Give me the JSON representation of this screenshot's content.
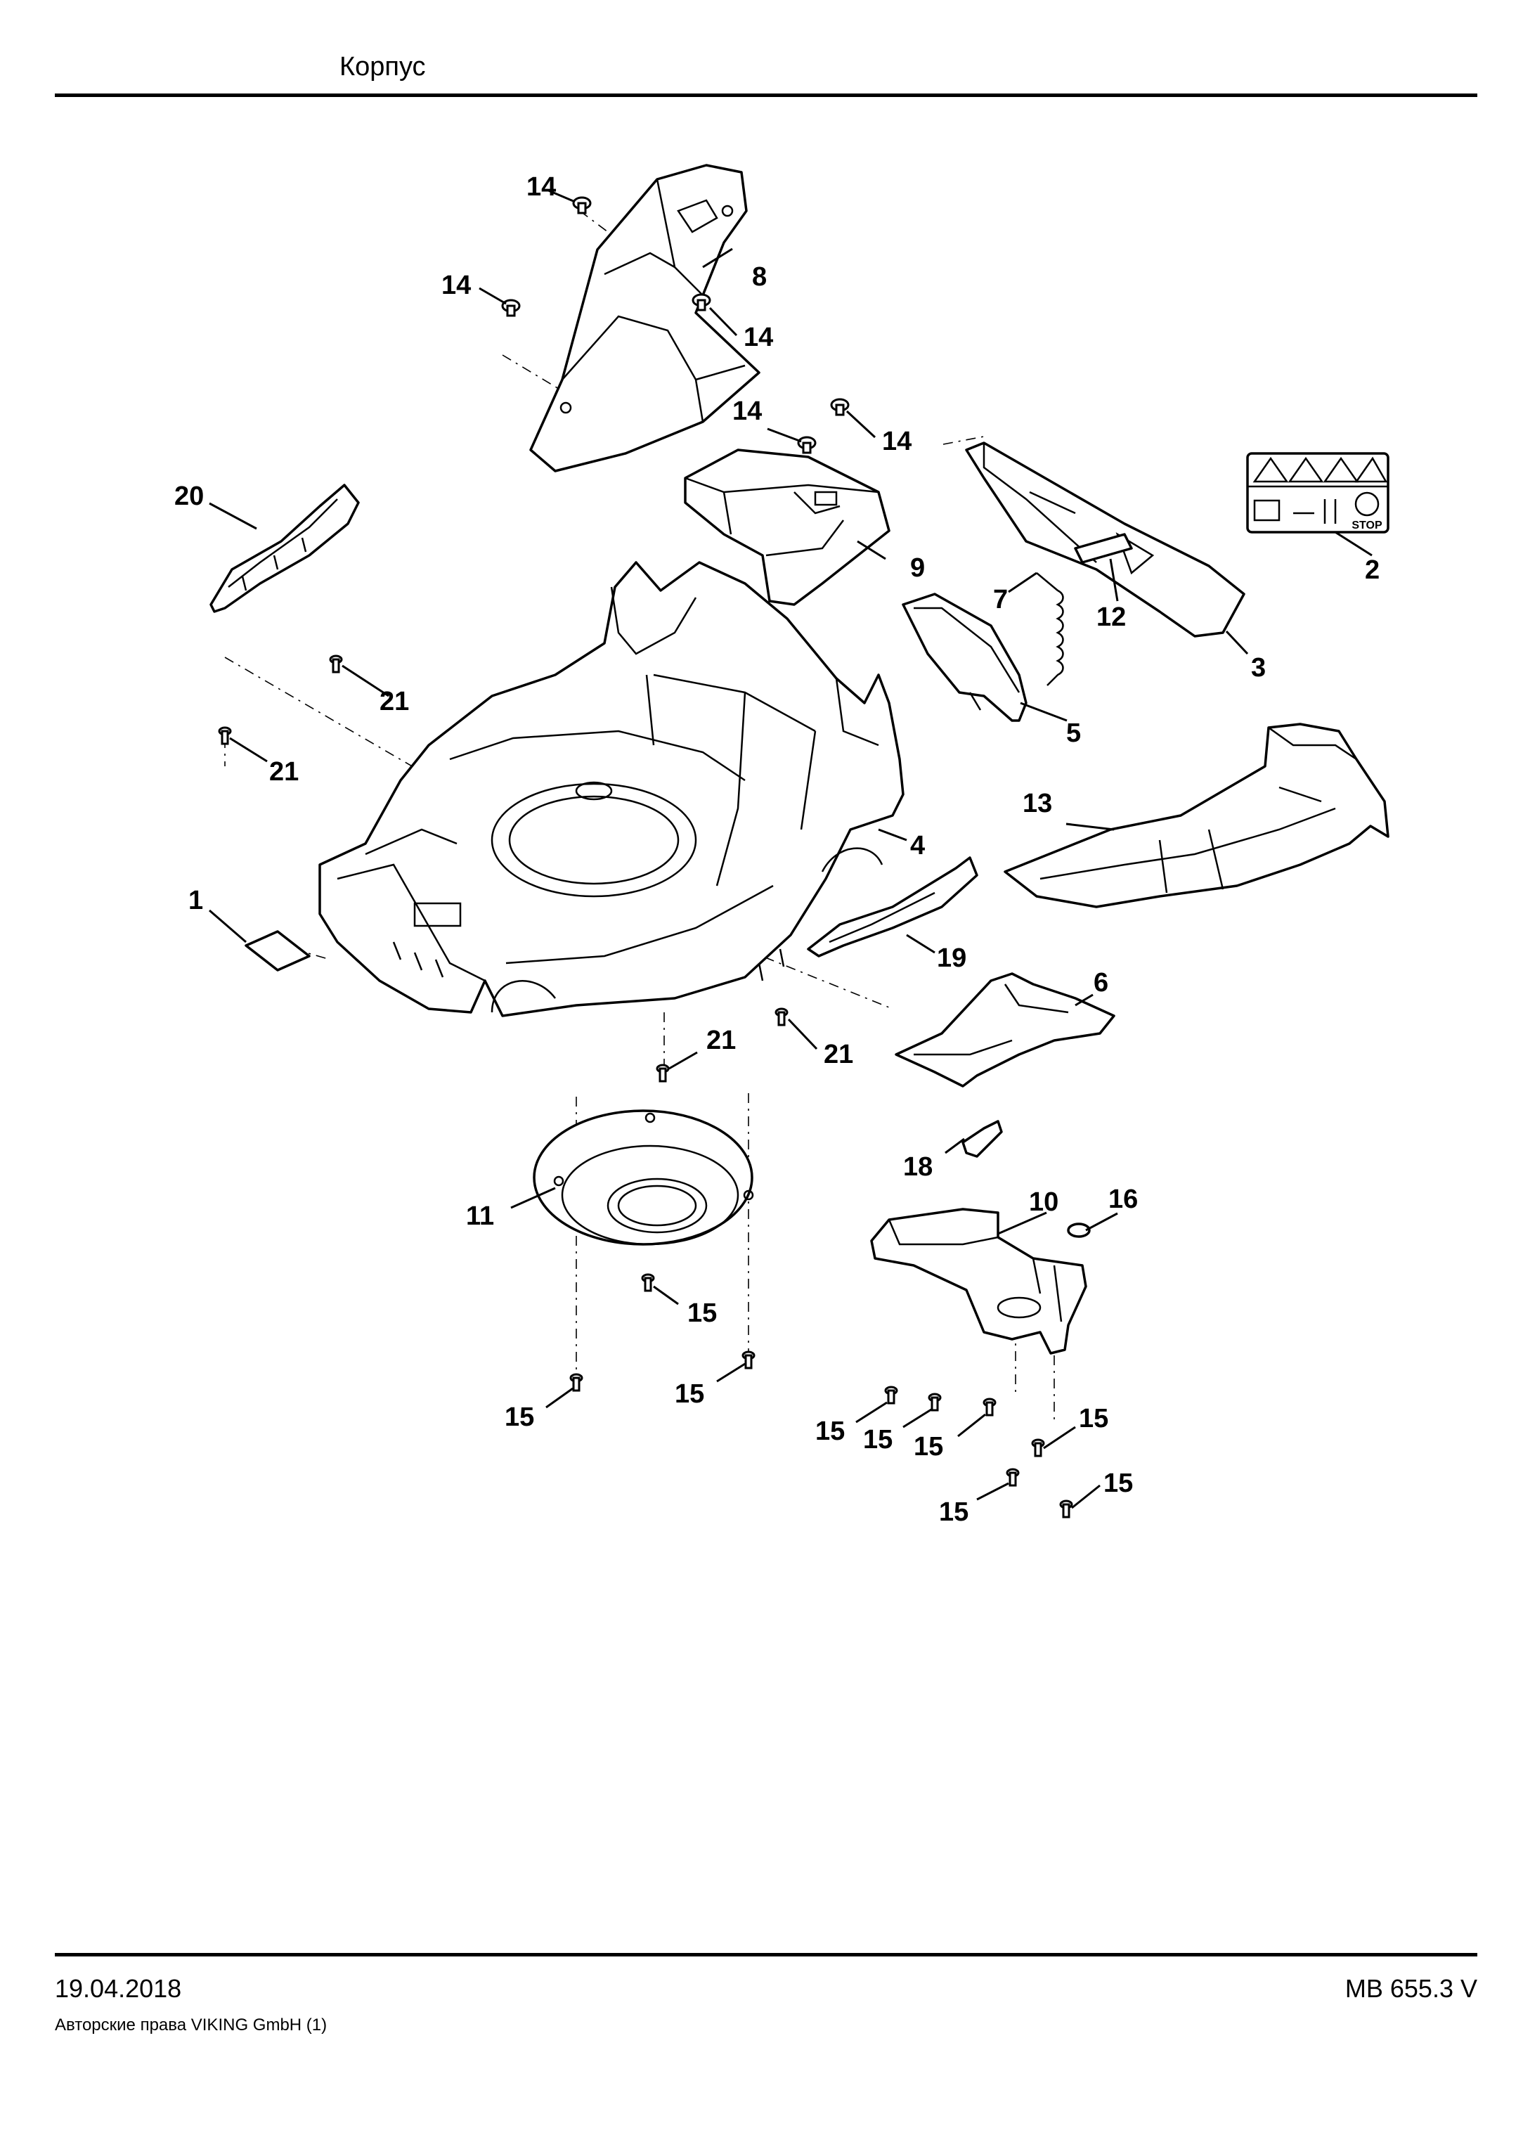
{
  "header": {
    "title": "Корпус"
  },
  "footer": {
    "date": "19.04.2018",
    "model": "MB 655.3 V",
    "copyright": "Авторские права VIKING GmbH  (1)"
  },
  "callouts": {
    "c1": "1",
    "c2": "2",
    "c3": "3",
    "c4": "4",
    "c5": "5",
    "c6": "6",
    "c7": "7",
    "c8": "8",
    "c9": "9",
    "c10": "10",
    "c11": "11",
    "c12": "12",
    "c13": "13",
    "c16": "16",
    "c18": "18",
    "c19": "19",
    "c20": "20",
    "c14": "14",
    "c15": "15",
    "c21": "21"
  },
  "warning_label": {
    "stop": "STOP"
  }
}
